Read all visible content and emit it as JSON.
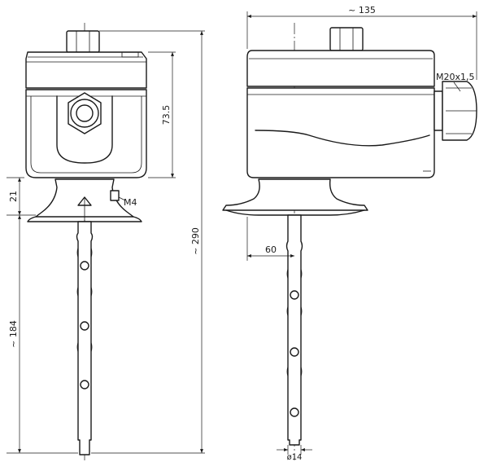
{
  "labels": {
    "total_height": "~ 290",
    "housing_height": "73.5",
    "flange_height": "21",
    "probe_length": "~ 184",
    "overall_width": "~ 135",
    "offset_60": "60",
    "cable_gland": "M20x1,5",
    "screw": "M4",
    "probe_diameter": "ø14"
  }
}
